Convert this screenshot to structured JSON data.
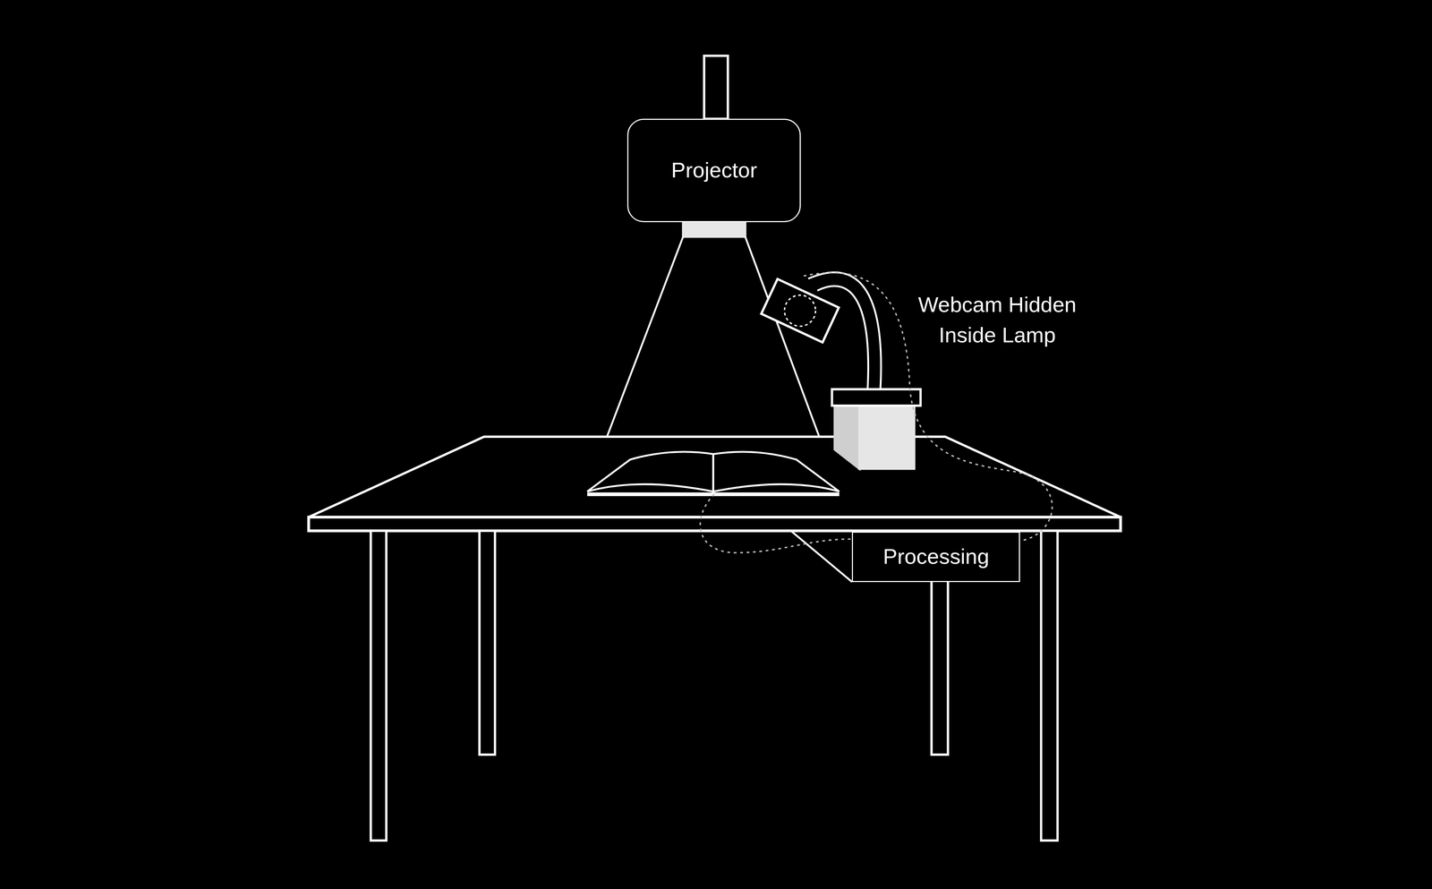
{
  "diagram": {
    "nodes": [
      {
        "text": [
          "Projector"
        ]
      },
      {
        "text": [
          "Processing"
        ]
      }
    ],
    "labels": [
      "Webcam Hidden Inside Lamp"
    ]
  }
}
